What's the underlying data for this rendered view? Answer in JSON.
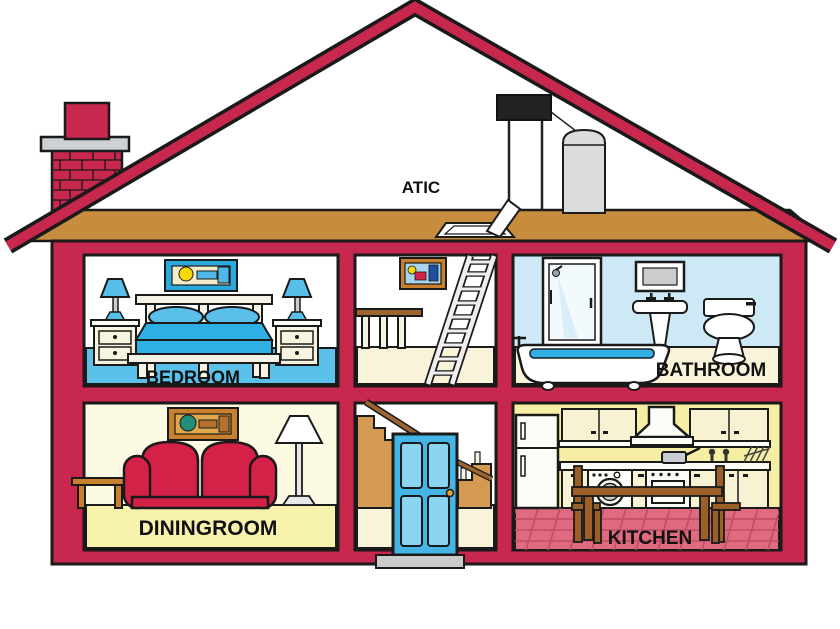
{
  "scene": {
    "type": "house-cross-section-illustration",
    "background": "#FFFFFF"
  },
  "labels": {
    "attic": "ATIC",
    "bedroom": "BEDROOM",
    "bathroom": "BATHROOM",
    "diningroom": "DININGROOM",
    "kitchen": "KITCHEN"
  },
  "icons": [
    "chimney-icon",
    "water-tank-icon",
    "vent-pipe-icon",
    "attic-hatch-icon",
    "ladder-icon",
    "bed-icon",
    "nightstand-icon",
    "table-lamp-icon",
    "picture-frame-icon",
    "shower-icon",
    "mirror-icon",
    "sink-icon",
    "toilet-icon",
    "bathtub-icon",
    "sofa-icon",
    "side-table-icon",
    "floor-lamp-icon",
    "staircase-icon",
    "handrail-icon",
    "door-icon",
    "doormat-icon",
    "fridge-icon",
    "cabinet-icon",
    "range-hood-icon",
    "washing-machine-icon",
    "stove-icon",
    "pot-icon",
    "dish-rack-icon",
    "kitchen-table-icon",
    "chair-icon"
  ],
  "colors": {
    "structure_red": "#C8274E",
    "outline": "#1A1A1A",
    "attic_floor": "#C78C3E",
    "chimney_cap": "#CDD1D4",
    "tank_gray": "#DCDCDC",
    "bedroom_floor": "#5BC1EB",
    "bathroom_wall": "#CDE9F6",
    "cream_floor": "#F8F3D9",
    "dining_wall": "#FDFAE3",
    "dining_floor": "#F7F2AC",
    "kitchen_wall": "#F6EFA3",
    "kitchen_floor": "#E06B80",
    "tile_line": "#BE4E65",
    "sofa_red": "#D42148",
    "door_blue": "#45B5E6",
    "door_panel": "#8AD4F2",
    "stairs_tan": "#D49A52",
    "wood_dark": "#9C6430",
    "wood_light": "#C8802C",
    "lamp_blue": "#57BFE9",
    "blanket_blue": "#2EB0E4",
    "white_furniture": "#FDFDF8",
    "cabinet_cream": "#F7F2D2"
  }
}
